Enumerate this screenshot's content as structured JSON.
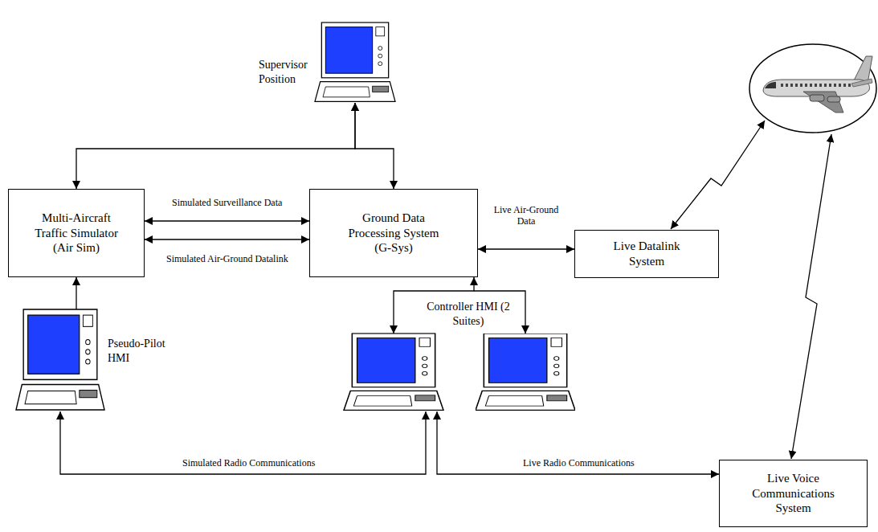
{
  "diagram": {
    "nodes": [
      {
        "text": [
          "Supervisor Position"
        ]
      },
      {
        "text": [
          "Multi-Aircraft Traffic Simulator (Air Sim)"
        ]
      },
      {
        "text": [
          "Ground Data Processing System (G-Sys)"
        ]
      },
      {
        "text": [
          "Live Datalink System"
        ]
      },
      {
        "text": [
          "Pseudo-Pilot HMI"
        ]
      },
      {
        "text": [
          "Controller HMI (2 Suites)"
        ]
      },
      {
        "text": [
          "Live Voice Communications System"
        ]
      }
    ],
    "edges": [
      {
        "from": 0,
        "to": 1,
        "arrow": "both"
      },
      {
        "from": 0,
        "to": 2,
        "arrow": "both"
      },
      {
        "from": 1,
        "to": 2,
        "label": "Simulated Surveillance Data",
        "arrow": "both"
      },
      {
        "from": 1,
        "to": 2,
        "label": "Simulated Air-Ground Datalink",
        "arrow": "both"
      },
      {
        "from": 2,
        "to": 3,
        "label": "Live Air-Ground Data",
        "arrow": "both"
      },
      {
        "from": 4,
        "to": 1,
        "arrow": "to"
      },
      {
        "from": 2,
        "to": 5,
        "arrow": "both"
      },
      {
        "from": 4,
        "to": 5,
        "label": "Simulated Radio Communications",
        "arrow": "both"
      },
      {
        "from": 5,
        "to": 6,
        "label": "Live Radio Communications",
        "arrow": "both"
      }
    ]
  }
}
